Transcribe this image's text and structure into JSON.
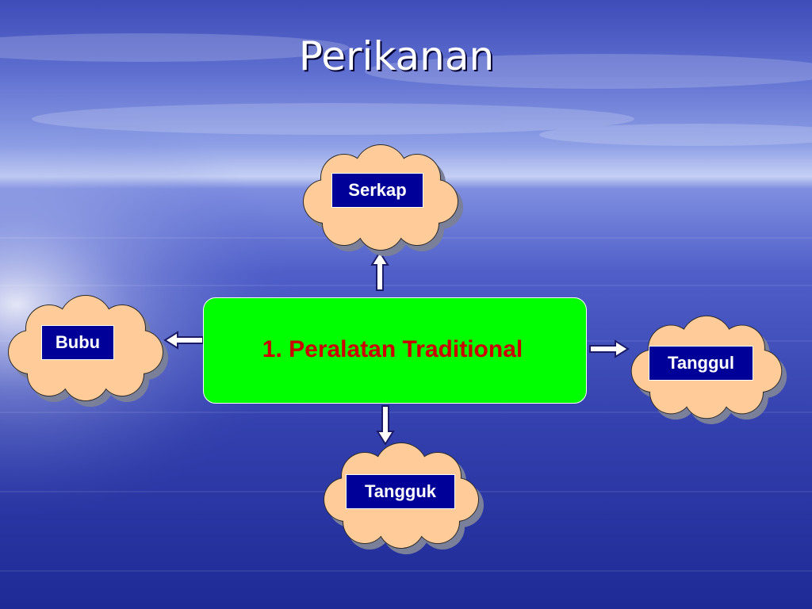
{
  "slide": {
    "title": "Perikanan"
  },
  "diagram": {
    "center": {
      "label": "1. Peralatan Traditional"
    },
    "nodes": [
      {
        "id": "serkap",
        "label": "Serkap"
      },
      {
        "id": "bubu",
        "label": "Bubu"
      },
      {
        "id": "tanggul",
        "label": "Tanggul"
      },
      {
        "id": "tangguk",
        "label": "Tangguk"
      }
    ]
  },
  "colors": {
    "center_fill": "#00ff00",
    "center_text": "#cc0000",
    "cloud_fill": "#ffcc99",
    "cloud_shadow": "#7a7f9a",
    "label_fill": "#000099",
    "arrow_fill": "#ffffff",
    "arrow_outline": "#1a1a66"
  }
}
